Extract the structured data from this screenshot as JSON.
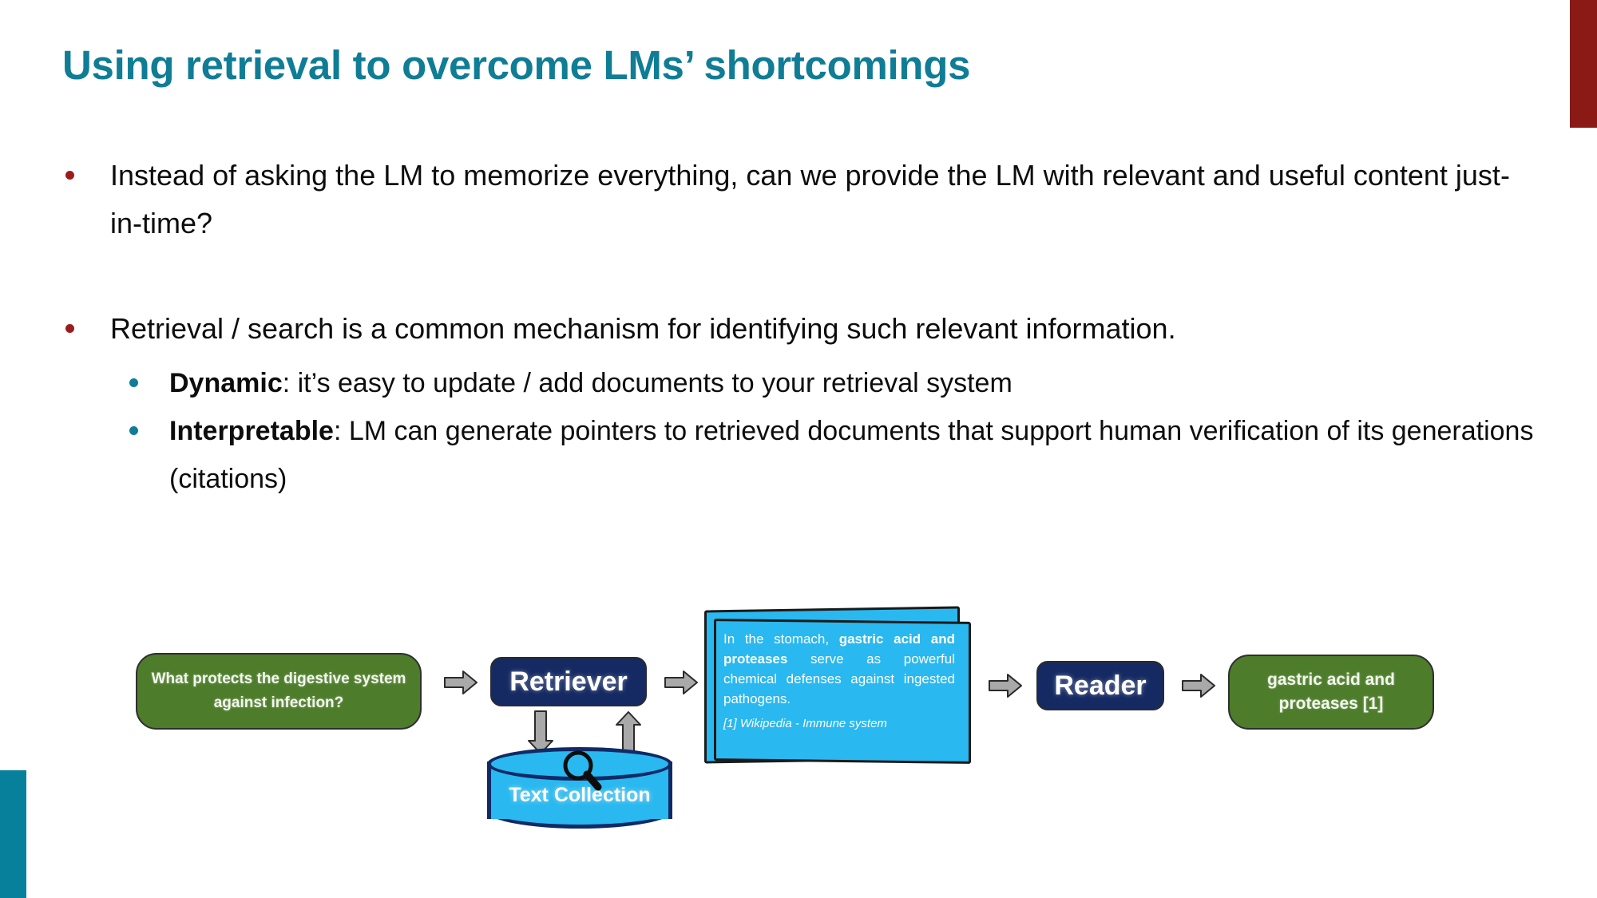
{
  "slide": {
    "title": "Using retrieval to overcome LMs’ shortcomings",
    "colors": {
      "title_teal": "#0f7d95",
      "bullet_maroon": "#9c1c1c",
      "subbullet_teal": "#0f7d95",
      "deco_red": "#8b1a17",
      "deco_teal": "#07809b",
      "node_green": "#4d7c2a",
      "node_navy": "#152a63",
      "doc_cyan": "#29b8ef",
      "arrow_gray": "#a6a6a6"
    }
  },
  "bullets": [
    {
      "level": 1,
      "text": "Instead of asking the LM to memorize everything, can we provide the LM with relevant and useful content just-in-time?"
    },
    {
      "level": 1,
      "text": "Retrieval / search is a common mechanism for identifying such relevant information."
    },
    {
      "level": 2,
      "lead": "Dynamic",
      "text": ": it’s easy to update / add documents to your retrieval system"
    },
    {
      "level": 2,
      "lead": "Interpretable",
      "text": ": LM can generate pointers to retrieved documents that support human verification of its generations (citations)"
    }
  ],
  "diagram": {
    "question_box": "What protects the digestive system against infection?",
    "retriever_box": "Retriever",
    "text_collection": "Text Collection",
    "document_card": {
      "text_part1": "In the stomach, ",
      "text_bold1": "gastric acid and proteases",
      "text_part2": " serve as powerful chemical defenses against ingested pathogens.",
      "citation": "[1] Wikipedia - Immune system"
    },
    "reader_box": "Reader",
    "answer_box": "gastric acid and proteases [1]",
    "icons": {
      "magnifier": "magnifier-icon",
      "arrow_right": "arrow-right-icon",
      "arrow_down": "arrow-down-icon",
      "arrow_up": "arrow-up-icon"
    }
  }
}
